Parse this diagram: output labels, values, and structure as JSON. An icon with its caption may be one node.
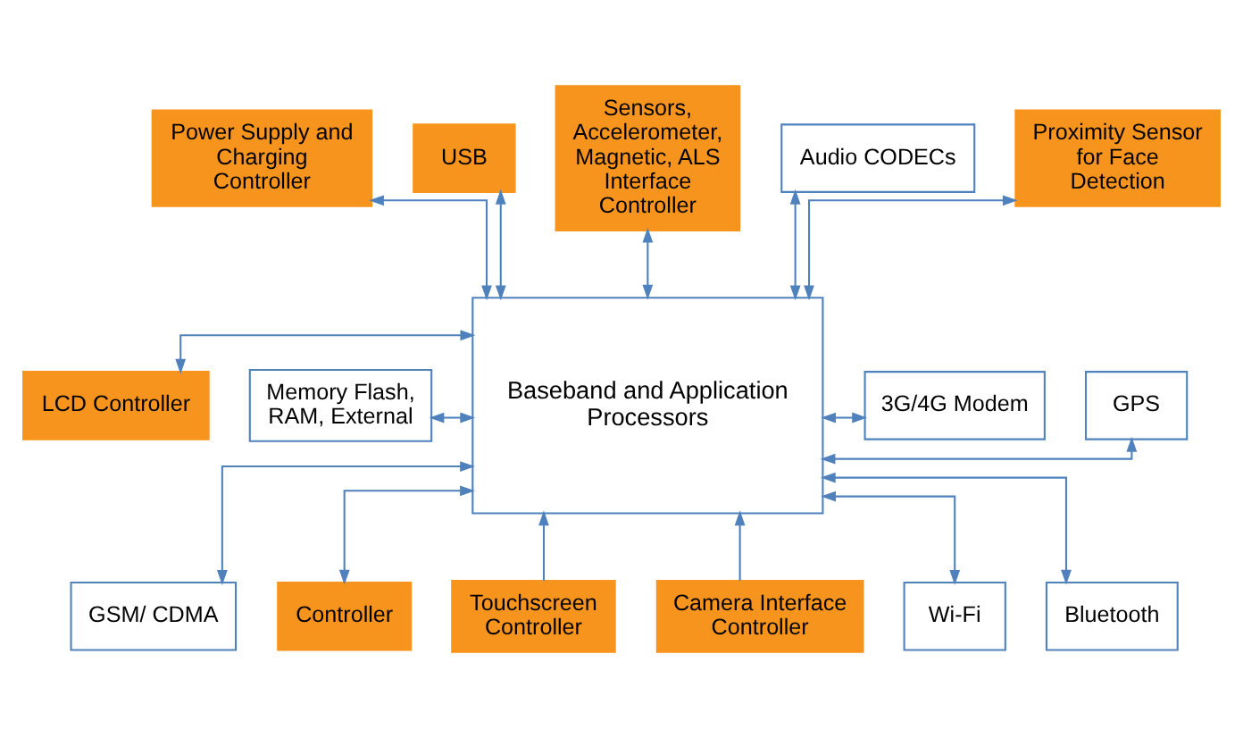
{
  "diagram": {
    "nodes": [
      {
        "text": [
          "Sensors, Accelerometer, Magnetic, ALS Interface Controller"
        ]
      },
      {
        "text": [
          "USB"
        ]
      },
      {
        "text": [
          "Audio CODECs"
        ]
      },
      {
        "text": [
          "Power Supply and Charging Controller"
        ]
      },
      {
        "text": [
          "Proximity Sensor for Face Detection"
        ]
      },
      {
        "text": [
          "LCD Controller"
        ]
      },
      {
        "text": [
          "Baseband and Application Processors"
        ]
      },
      {
        "text": [
          "3G/4G Modem"
        ]
      },
      {
        "text": [
          "Memory Flash, RAM, External"
        ]
      },
      {
        "text": [
          "GPS"
        ]
      },
      {
        "text": [
          "GSM/ CDMA"
        ]
      },
      {
        "text": [
          "Bluetooth"
        ]
      },
      {
        "text": [
          "Controller"
        ]
      },
      {
        "text": [
          "Touchscreen Controller"
        ]
      },
      {
        "text": [
          "Camera Interface Controller"
        ]
      },
      {
        "text": [
          "Wi-Fi"
        ]
      }
    ],
    "edges": [
      {
        "from": 3,
        "to": 6,
        "arrow": "both"
      },
      {
        "from": 1,
        "to": 6,
        "arrow": "both"
      },
      {
        "from": 0,
        "to": 6,
        "arrow": "both"
      },
      {
        "from": 2,
        "to": 6,
        "arrow": "both"
      },
      {
        "from": 4,
        "to": 6,
        "arrow": "both"
      },
      {
        "from": 5,
        "to": 6,
        "arrow": "both"
      },
      {
        "from": 6,
        "to": 7,
        "arrow": "both"
      },
      {
        "from": 8,
        "to": 6,
        "arrow": "both"
      },
      {
        "from": 6,
        "to": 9,
        "arrow": "both"
      },
      {
        "from": 10,
        "to": 6,
        "arrow": "both"
      },
      {
        "from": 11,
        "to": 6,
        "arrow": "both"
      },
      {
        "from": 12,
        "to": 6,
        "arrow": "both"
      },
      {
        "from": 13,
        "to": 6,
        "arrow": "to"
      },
      {
        "from": 14,
        "to": 6,
        "arrow": "to"
      },
      {
        "from": 15,
        "to": 6,
        "arrow": "both"
      }
    ]
  }
}
